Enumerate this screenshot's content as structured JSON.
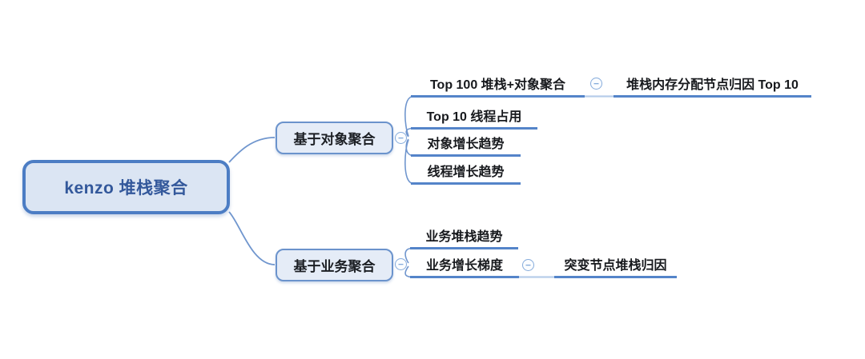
{
  "root": {
    "label": "kenzo 堆栈聚合"
  },
  "branches": [
    {
      "label": "基于对象聚合",
      "children": [
        {
          "label": "Top 100 堆栈+对象聚合",
          "children": [
            {
              "label": "堆栈内存分配节点归因 Top 10"
            }
          ]
        },
        {
          "label": "Top 10 线程占用"
        },
        {
          "label": "对象增长趋势"
        },
        {
          "label": "线程增长趋势"
        }
      ]
    },
    {
      "label": "基于业务聚合",
      "children": [
        {
          "label": "业务堆栈趋势"
        },
        {
          "label": "业务增长梯度",
          "children": [
            {
              "label": "突变节点堆栈归因"
            }
          ]
        }
      ]
    }
  ],
  "icons": {
    "collapse_minus": "−"
  },
  "colors": {
    "root_fill": "#dbe5f3",
    "root_border": "#4c7dc4",
    "root_text": "#33589b",
    "branch_fill": "#e5ecf7",
    "branch_border": "#6b93cc",
    "underline": "#5484c9",
    "curve": "#7096ce",
    "light_connector": "#b7cdea",
    "leaf_text": "#17191d",
    "background": "#ffffff"
  }
}
